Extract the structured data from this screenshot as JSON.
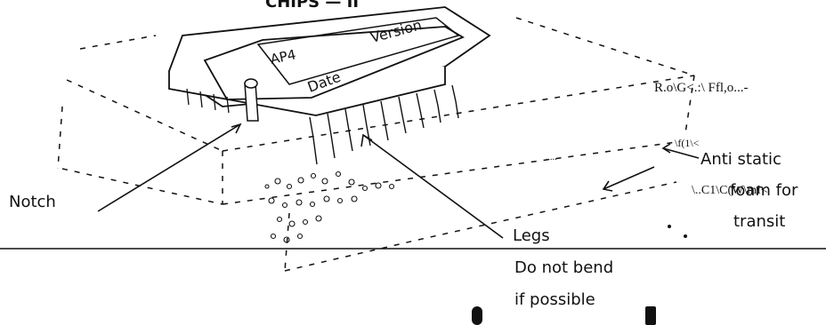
{
  "top_title_fragment": "CHIPS — II",
  "chip": {
    "window_text_1": "AP4",
    "window_text_2": "Version",
    "window_text_3": "Date"
  },
  "labels": {
    "notch": "Notch",
    "legs": "Legs",
    "legs_note_line1": "Do not bend",
    "legs_note_line2": "if possible",
    "anti_static_line1": "Anti static",
    "anti_static_line2": "foam for",
    "anti_static_line3": "transit",
    "artifact_1": "R.o\\G<.:\\   Ffl,o...-",
    "artifact_2": "\\f(1\\<",
    "artifact_3": "\\..C1\\C(W\\mI<",
    "artifact_4": "....."
  }
}
